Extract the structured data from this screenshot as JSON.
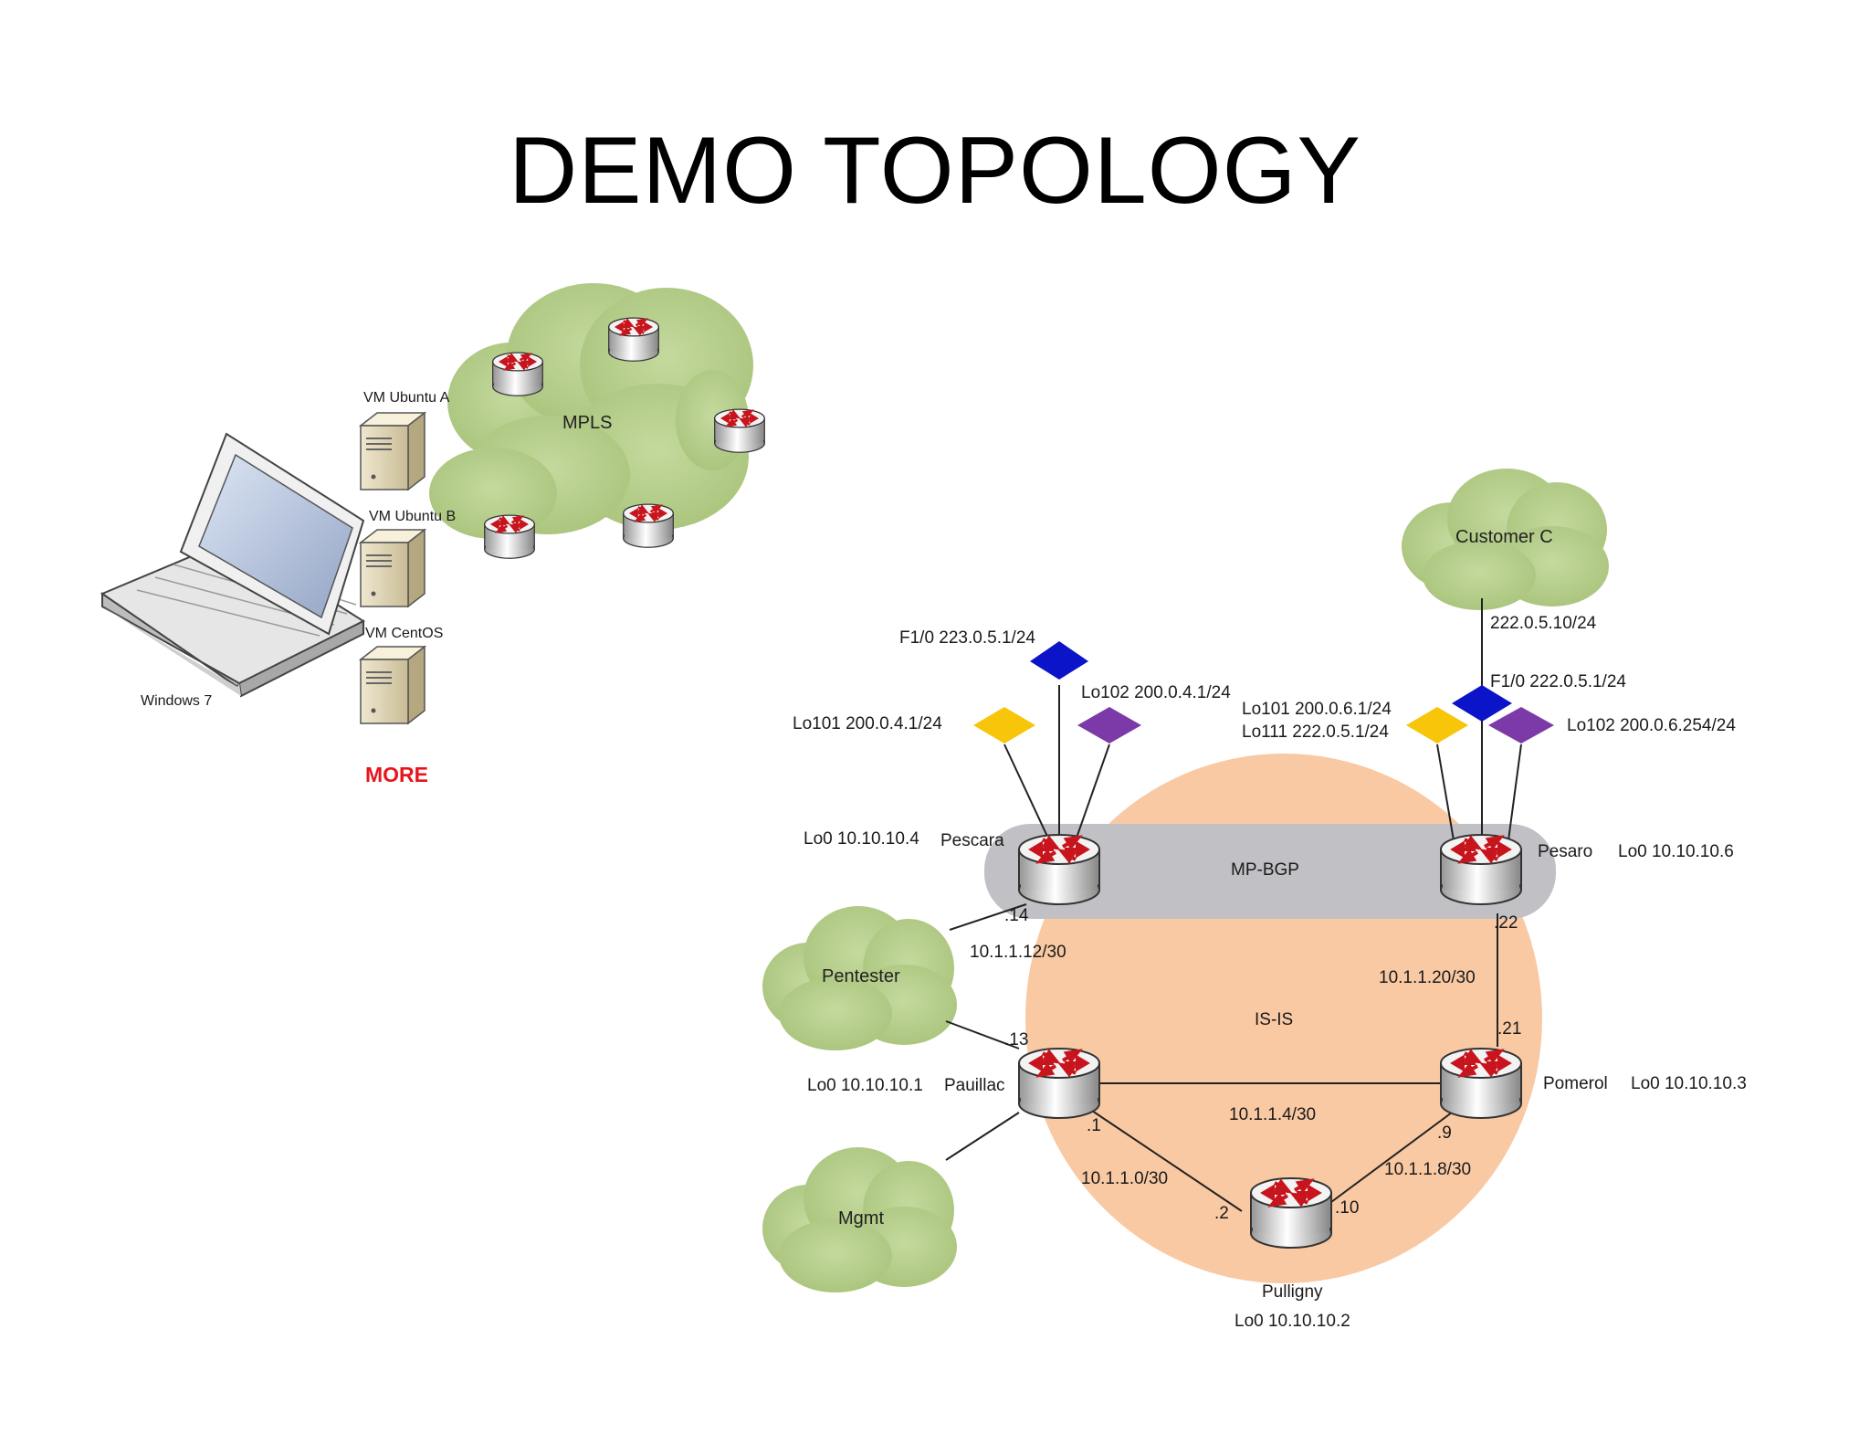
{
  "title": "DEMO TOPOLOGY",
  "lab": {
    "host": "Windows 7",
    "vms": [
      "VM Ubuntu A",
      "VM Ubuntu B",
      "VM CentOS"
    ],
    "more_label": "MORE",
    "cloud_label": "MPLS"
  },
  "areas": {
    "bgp": "MP-BGP",
    "igp": "IS-IS"
  },
  "clouds": {
    "customer": "Customer C",
    "pentester": "Pentester",
    "mgmt": "Mgmt"
  },
  "routers": {
    "pescara": {
      "name": "Pescara",
      "loopback": "Lo0 10.10.10.4"
    },
    "pesaro": {
      "name": "Pesaro",
      "loopback": "Lo0 10.10.10.6"
    },
    "pauillac": {
      "name": "Pauillac",
      "loopback": "Lo0 10.10.10.1"
    },
    "pomerol": {
      "name": "Pomerol",
      "loopback": "Lo0 10.10.10.3"
    },
    "pulligny": {
      "name": "Pulligny",
      "loopback": "Lo0 10.10.10.2"
    }
  },
  "interfaces": {
    "pescara_f10": "F1/0 223.0.5.1/24",
    "pescara_lo101": "Lo101 200.0.4.1/24",
    "pescara_lo102": "Lo102 200.0.4.1/24",
    "pesaro_f10": "F1/0 222.0.5.1/24",
    "pesaro_lo101": "Lo101 200.0.6.1/24",
    "pesaro_lo111": "Lo111 222.0.5.1/24",
    "pesaro_lo102": "Lo102 200.0.6.254/24",
    "customer_link": "222.0.5.10/24"
  },
  "subnets": {
    "pescara_pauillac": "10.1.1.12/30",
    "pesaro_pomerol": "10.1.1.20/30",
    "pauillac_pomerol": "10.1.1.4/30",
    "pauillac_pulligny": "10.1.1.0/30",
    "pomerol_pulligny": "10.1.1.8/30"
  },
  "hosts": {
    "pescara_14": ".14",
    "pauillac_13": ".13",
    "pesaro_22": ".22",
    "pomerol_21": ".21",
    "pauillac_1": ".1",
    "pulligny_2": ".2",
    "pomerol_9": ".9",
    "pulligny_10": ".10"
  },
  "colors": {
    "igp_area": "#f9c9a3",
    "bgp_band": "#c1c0c5",
    "cloud": "#b9d08e",
    "f10_diamond": "#0b14c8",
    "lo101_diamond": "#f7c50a",
    "lo102_diamond": "#7b3aa8",
    "more_text": "#e8151c"
  }
}
